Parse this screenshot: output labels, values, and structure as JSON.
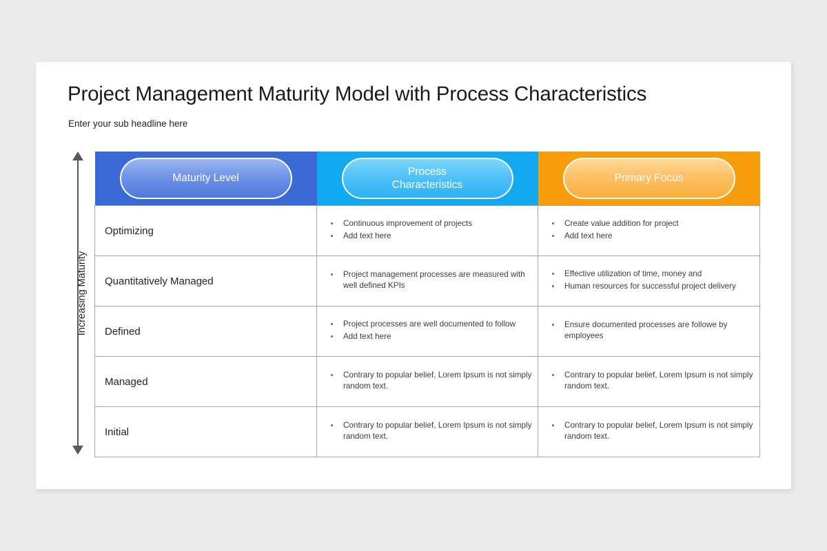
{
  "slide": {
    "title": "Project Management Maturity Model with Process Characteristics",
    "subtitle": "Enter your sub headline here"
  },
  "axis": {
    "label": "Increasing Maturity",
    "direction": "double-headed-vertical",
    "arrow_color": "#58595b"
  },
  "colors": {
    "header_1": "#3a68d4",
    "header_2": "#12a9f0",
    "header_3": "#f79d0b",
    "page_background": "#ebebeb",
    "slide_background": "#ffffff",
    "border": "#a6a6a6",
    "body_text": "#3c3c3c"
  },
  "table": {
    "headers": [
      {
        "label": "Maturity Level"
      },
      {
        "label": "Process\nCharacteristics",
        "line1": "Process",
        "line2": "Characteristics"
      },
      {
        "label": "Primary Focus"
      }
    ],
    "rows": [
      {
        "level": "Optimizing",
        "characteristics": [
          "Continuous improvement of projects",
          "Add text here"
        ],
        "focus": [
          "Create value addition for project",
          "Add text here"
        ]
      },
      {
        "level": "Quantitatively Managed",
        "characteristics": [
          "Project management processes are measured with well defined KPIs"
        ],
        "focus": [
          "Effective utilization of time, money and",
          "Human resources for successful project delivery"
        ]
      },
      {
        "level": "Defined",
        "characteristics": [
          "Project processes are well documented to follow",
          "Add text here"
        ],
        "focus": [
          "Ensure documented processes are followe by employees"
        ]
      },
      {
        "level": "Managed",
        "characteristics": [
          "Contrary to popular belief, Lorem Ipsum is not simply random text."
        ],
        "focus": [
          "Contrary to popular belief, Lorem Ipsum is not simply random text."
        ]
      },
      {
        "level": "Initial",
        "characteristics": [
          "Contrary to popular belief, Lorem Ipsum is not simply random text."
        ],
        "focus": [
          "Contrary to popular belief, Lorem Ipsum is not simply random text."
        ]
      }
    ]
  }
}
